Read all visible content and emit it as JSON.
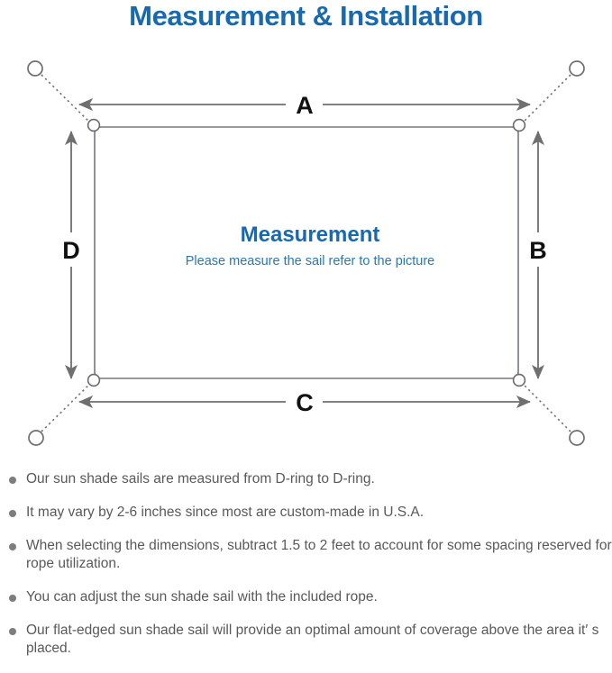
{
  "header": {
    "title": "Measurement & Installation",
    "title_color": "#1769b0"
  },
  "diagram": {
    "name": "shade-sail-measurement-diagram",
    "center_title": "Measurement",
    "center_subtitle": "Please measure the sail refer to the picture",
    "center_title_color": "#1769b0",
    "center_subtitle_color": "#2878b8",
    "edge_labels": {
      "top": "A",
      "right": "B",
      "bottom": "C",
      "left": "D"
    },
    "label_color": "#111111",
    "line_color": "#7a7a7a",
    "sail_outline_color": "#6e6e78",
    "dring_count": 4,
    "anchor_count": 4
  },
  "notes": [
    "Our sun shade sails are measured from D-ring to D-ring.",
    "It may vary by 2-6 inches since most are custom-made in U.S.A.",
    "When selecting the dimensions, subtract 1.5 to 2 feet to account for some spacing reserved for rope utilization.",
    "You can adjust the sun shade sail with the included rope.",
    "Our flat-edged sun shade sail will provide an optimal amount of coverage above the area it′ s placed."
  ],
  "notes_bullet_color": "#7d7d7d",
  "notes_text_color": "#595959"
}
